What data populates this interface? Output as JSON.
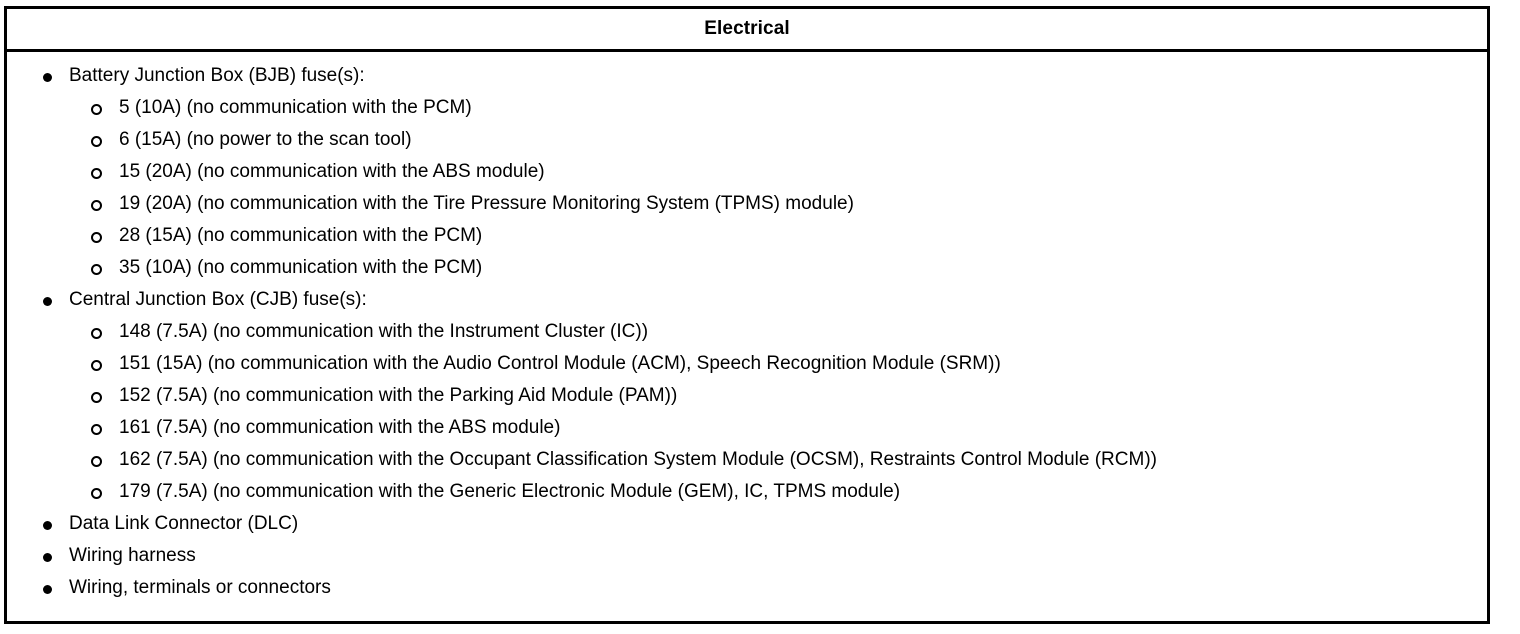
{
  "table": {
    "header_title": "Electrical",
    "items": [
      {
        "level": 1,
        "marker": "filled-bullet",
        "text": "Battery Junction Box (BJB) fuse(s):"
      },
      {
        "level": 2,
        "marker": "hollow-circle",
        "text": "5 (10A) (no communication with the PCM)"
      },
      {
        "level": 2,
        "marker": "hollow-circle",
        "text": "6 (15A) (no power to the scan tool)"
      },
      {
        "level": 2,
        "marker": "hollow-circle",
        "text": "15 (20A) (no communication with the ABS module)"
      },
      {
        "level": 2,
        "marker": "hollow-circle",
        "text": "19 (20A) (no communication with the Tire Pressure Monitoring System (TPMS) module)"
      },
      {
        "level": 2,
        "marker": "hollow-circle",
        "text": "28 (15A) (no communication with the PCM)"
      },
      {
        "level": 2,
        "marker": "hollow-circle",
        "text": "35 (10A) (no communication with the PCM)"
      },
      {
        "level": 1,
        "marker": "filled-bullet",
        "text": "Central Junction Box (CJB) fuse(s):"
      },
      {
        "level": 2,
        "marker": "hollow-circle",
        "text": "148 (7.5A) (no communication with the Instrument Cluster (IC))"
      },
      {
        "level": 2,
        "marker": "hollow-circle",
        "text": "151 (15A) (no communication with the Audio Control Module (ACM), Speech Recognition Module (SRM))"
      },
      {
        "level": 2,
        "marker": "hollow-circle",
        "text": "152 (7.5A) (no communication with the Parking Aid Module (PAM))"
      },
      {
        "level": 2,
        "marker": "hollow-circle",
        "text": "161 (7.5A) (no communication with the ABS module)"
      },
      {
        "level": 2,
        "marker": "hollow-circle",
        "text": "162 (7.5A) (no communication with the Occupant Classification System Module (OCSM), Restraints Control Module (RCM))"
      },
      {
        "level": 2,
        "marker": "hollow-circle",
        "text": "179 (7.5A) (no communication with the Generic Electronic Module (GEM), IC, TPMS module)"
      },
      {
        "level": 1,
        "marker": "filled-bullet",
        "text": "Data Link Connector (DLC)"
      },
      {
        "level": 1,
        "marker": "filled-bullet",
        "text": "Wiring harness"
      },
      {
        "level": 1,
        "marker": "filled-bullet",
        "text": "Wiring, terminals or connectors"
      }
    ]
  },
  "colors": {
    "border": "#000000",
    "text": "#000000",
    "background": "#ffffff"
  }
}
